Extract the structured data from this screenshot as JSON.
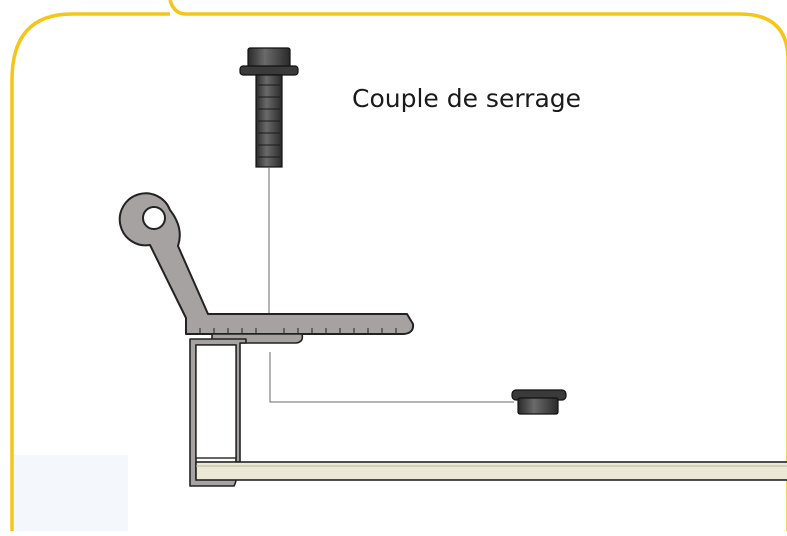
{
  "diagram": {
    "caption": "Couple de serrage",
    "frame_color": "#F5C518",
    "metal_color": "#A6A2A2",
    "board_color": "#EDEAD9",
    "hardware_color": "#3A3A3A",
    "parts": {
      "bolt": "flange-bolt-icon",
      "nut": "flange-nut-icon",
      "bracket": "step-bracket",
      "rail": "frame-rail",
      "panel": "floor-panel"
    }
  }
}
